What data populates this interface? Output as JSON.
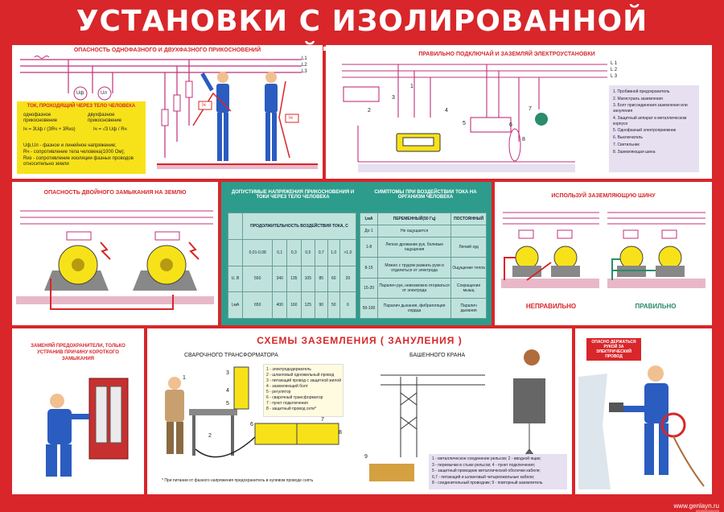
{
  "title": "УСТАНОВКИ С ИЗОЛИРОВАННОЙ НЕЙТРАЛЬЮ",
  "p1": {
    "title": "ОПАСНОСТЬ ОДНОФАЗНОГО И ДВУХФАЗНОГО ПРИКОСНОВЕНИЙ",
    "lines": [
      "L1",
      "L2",
      "L3"
    ],
    "meters": [
      "Uф",
      "Uл"
    ],
    "current_label": "Iч",
    "box_title": "ТОК, ПРОХОДЯЩИЙ ЧЕРЕЗ ТЕЛО ЧЕЛОВЕКА",
    "single": "однофазное прикосновение",
    "double": "двухфазное прикосновение",
    "f1": "Iч = 3Uф / (3Rч + 3Rиз)",
    "f2": "Iч = √3 Uф / Rч",
    "n1": "Uф,Uл - фазное и линейное напряжение;",
    "n2": "Rч - сопротивление тела человека(1000 Ом);",
    "n3": "Rиз - сопротивление изоляции фазных проводов относительно земли"
  },
  "p2": {
    "title": "ПРАВИЛЬНО ПОДКЛЮЧАЙ И ЗАЗЕМЛЯЙ ЭЛЕКТРОУСТАНОВКИ",
    "lines": [
      "L 1",
      "L 2",
      "L 3"
    ],
    "legend": [
      "1. Пробивной предохранитель",
      "2. Магистраль заземления",
      "3. Болт присоединения заземления или зануления",
      "4. Защитный аппарат в металлическом корпусе",
      "5. Однофазный электроприемник",
      "6. Выключатель",
      "7. Светильник",
      "8. Заземляющая шина"
    ],
    "nums": [
      "1",
      "2",
      "3",
      "4",
      "5",
      "6",
      "7",
      "8"
    ]
  },
  "p3": {
    "title": "ОПАСНОСТЬ ДВОЙНОГО ЗАМЫКАНИЯ НА ЗЕМЛЮ"
  },
  "p4": {
    "title_left": "ДОПУСТИМЫЕ НАПРЯЖЕНИЯ ПРИКОСНОВЕНИЯ И ТОКИ ЧЕРЕЗ ТЕЛО ЧЕЛОВЕКА",
    "title_right": "СИМПТОМЫ ПРИ ВОЗДЕЙСТВИИ ТОКА НА ОРГАНИЗМ ЧЕЛОВЕКА",
    "duration_header": "ПРОДОЛЖИТЕЛЬНОСТЬ ВОЗДЕЙСТВИЯ ТОКА, С",
    "durations": [
      "0,01-0,08",
      "0,1",
      "0,3",
      "0,5",
      "0,7",
      "1,0",
      ">1,0"
    ],
    "u_label": "U, В",
    "u_values": [
      "550",
      "340",
      "135",
      "105",
      "85",
      "60",
      "20"
    ],
    "i_label": "I,мА",
    "i_values": [
      "650",
      "400",
      "160",
      "125",
      "90",
      "50",
      "6"
    ],
    "sym_headers": [
      "I,мА",
      "ПЕРЕМЕННЫЙ(50 Гц)",
      "ПОСТОЯННЫЙ"
    ],
    "sym_rows": [
      [
        "До 1",
        "Не ощущается",
        ""
      ],
      [
        "1-8",
        "Легкое дрожание рук, болевые ощущения",
        "Легкий зуд"
      ],
      [
        "8-15",
        "Можно с трудом разжать руки и отделиться от электрода",
        "Ощущение тепла"
      ],
      [
        "15-20",
        "Паралич рук, невозможно оторваться от электрода",
        "Сокращение мышц"
      ],
      [
        "50-100",
        "Паралич дыхания, фибрилляция сердца",
        "Паралич дыхания"
      ]
    ]
  },
  "p5": {
    "title": "ИСПОЛЬЗУЙ ЗАЗЕМЛЯЮЩУЮ ШИНУ",
    "wrong": "НЕПРАВИЛЬНО",
    "right": "ПРАВИЛЬНО"
  },
  "p6": {
    "title": "ЗАМЕНЯЙ ПРЕДОХРАНИТЕЛИ, ТОЛЬКО УСТРАНИВ ПРИЧИНУ КОРОТКОГО ЗАМЫКАНИЯ"
  },
  "p7": {
    "title": "СХЕМЫ ЗАЗЕМЛЕНИЯ ( ЗАНУЛЕНИЯ )",
    "sub_left": "СВАРОЧНОГО ТРАНСФОРМАТОРА",
    "sub_right": "БАШЕННОГО КРАНА",
    "weld_legend": [
      "1 - электрододержатель",
      "2 - шланговый одножильный провод",
      "3 - питающий провод с защитной жилой",
      "4 - заземляющий болт",
      "5 - регулятор",
      "6 - сварочный трансформатор",
      "7 - пункт подключения",
      "8 - защитный провод сети*"
    ],
    "footnote": "* При питании от фазного напряжения предохранитель в нулевом проводе снять",
    "crane_legend": [
      "1 - металлическое соединение рельсов; 2 - вводной ящик;",
      "3 - перемычки в стыке рельсов; 4 - пункт подключения;",
      "5 - защитный проводник металлической оболочки кабеля;",
      "6,7 - питающий и шланговый четырехжильные кабели;",
      "8 - соединительный проводник; 9 - повторный заземлитель"
    ],
    "nums": [
      "1",
      "2",
      "3",
      "4",
      "5",
      "6",
      "7",
      "8",
      "9"
    ]
  },
  "p8": {
    "title": "ОПАСНО ДЕРЖАТЬСЯ РУКОЙ ЗА ЭЛЕКТРИЧЕСКИЙ ПРОВОД"
  },
  "footer": {
    "site": "www.genlayn.ru",
    "code": "0000000000000"
  },
  "colors": {
    "red": "#d8262a",
    "magenta": "#c0307a",
    "yellow": "#f7e21a",
    "blue": "#2b5cc0",
    "teal": "#2d9c8c"
  }
}
